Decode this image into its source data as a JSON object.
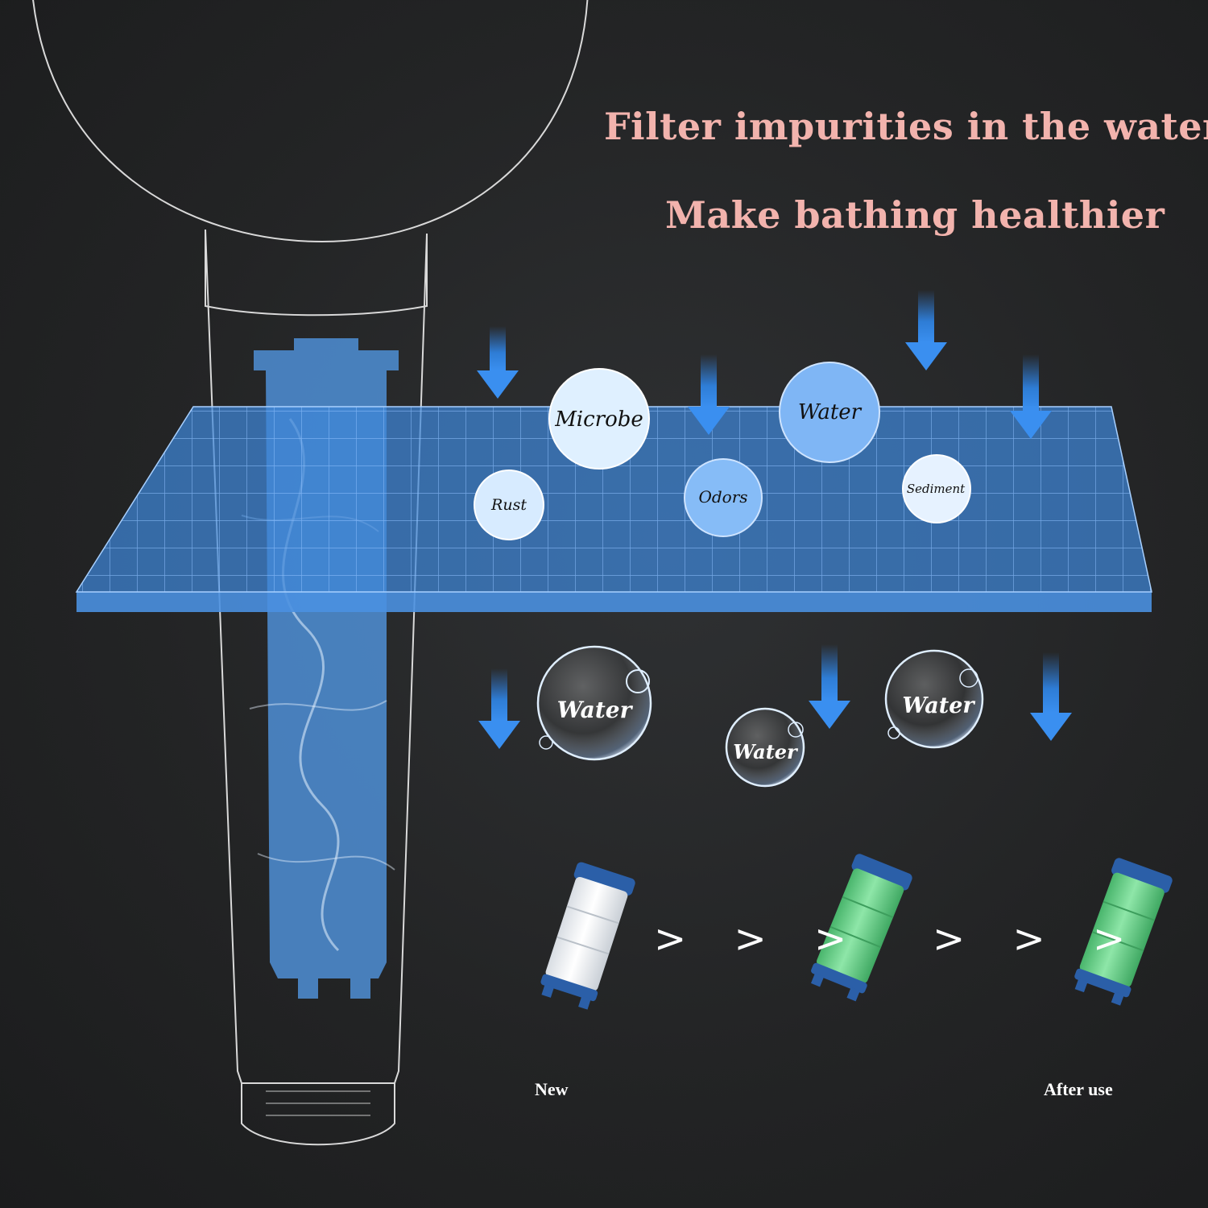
{
  "headline": "Filter impurities in the water",
  "subheadline": "Make bathing healthier",
  "impurities": [
    "Microbe",
    "Water",
    "Rust",
    "Odors",
    "Sediment"
  ],
  "filtered_water": [
    "Water",
    "Water",
    "Water"
  ],
  "progression_arrow": "> > >",
  "labels": {
    "new": "New",
    "after_use": "After use"
  },
  "colors": {
    "headline": "#f2b3ad",
    "filter_panel": "#3f86d8",
    "cartridge_new": "#f4f6f8",
    "cartridge_used": "#6fd58f",
    "cartridge_cap": "#2b5fa8"
  }
}
